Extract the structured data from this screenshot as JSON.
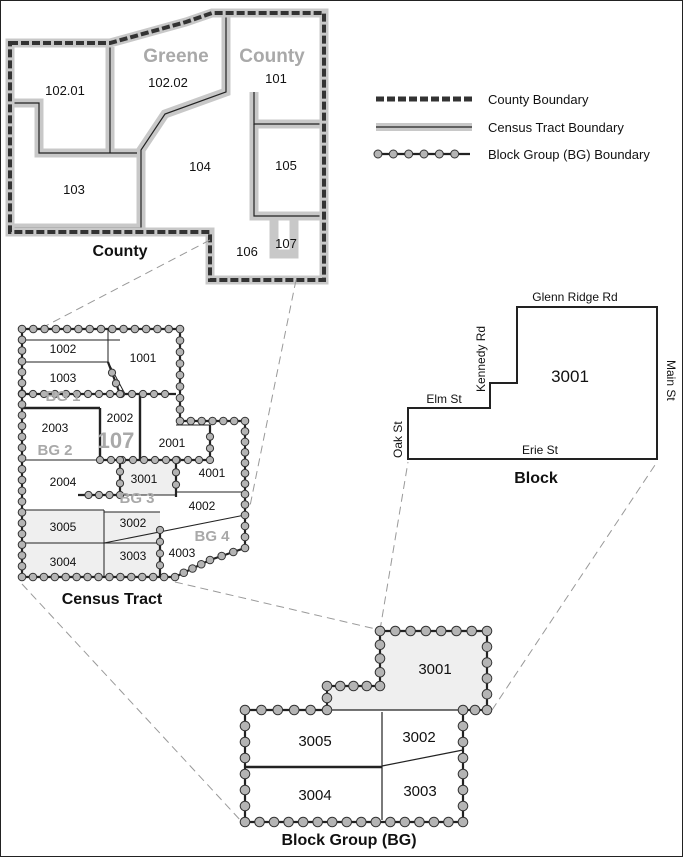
{
  "colors": {
    "county_border": "#333333",
    "tract_halo": "#c8c8c8",
    "bg_dot_fill": "#b4b4b4",
    "shade_fill": "#efefef",
    "gray_text": "#a9a9a9",
    "line": "#222222"
  },
  "legend": {
    "county": "County Boundary",
    "tract": "Census Tract Boundary",
    "bg": "Block Group (BG) Boundary"
  },
  "county": {
    "name_part1": "Greene",
    "name_part2": "County",
    "caption": "County",
    "tracts": [
      "102.01",
      "102.02",
      "101",
      "103",
      "104",
      "105",
      "106",
      "107"
    ]
  },
  "census_tract": {
    "caption": "Census Tract",
    "tract_number": "107",
    "bg_labels": [
      "BG 1",
      "BG 2",
      "BG 3",
      "BG 4"
    ],
    "blocks": [
      "1002",
      "1001",
      "1003",
      "2002",
      "2003",
      "2001",
      "4001",
      "2004",
      "3001",
      "4002",
      "3005",
      "3002",
      "3004",
      "3003",
      "4003"
    ]
  },
  "block": {
    "caption": "Block",
    "number": "3001",
    "streets": {
      "north": "Glenn Ridge Rd",
      "kennedy": "Kennedy Rd",
      "elm": "Elm St",
      "oak": "Oak St",
      "erie": "Erie St",
      "main": "Main St"
    }
  },
  "block_group": {
    "caption": "Block Group (BG)",
    "blocks": [
      "3001",
      "3005",
      "3002",
      "3004",
      "3003"
    ]
  }
}
